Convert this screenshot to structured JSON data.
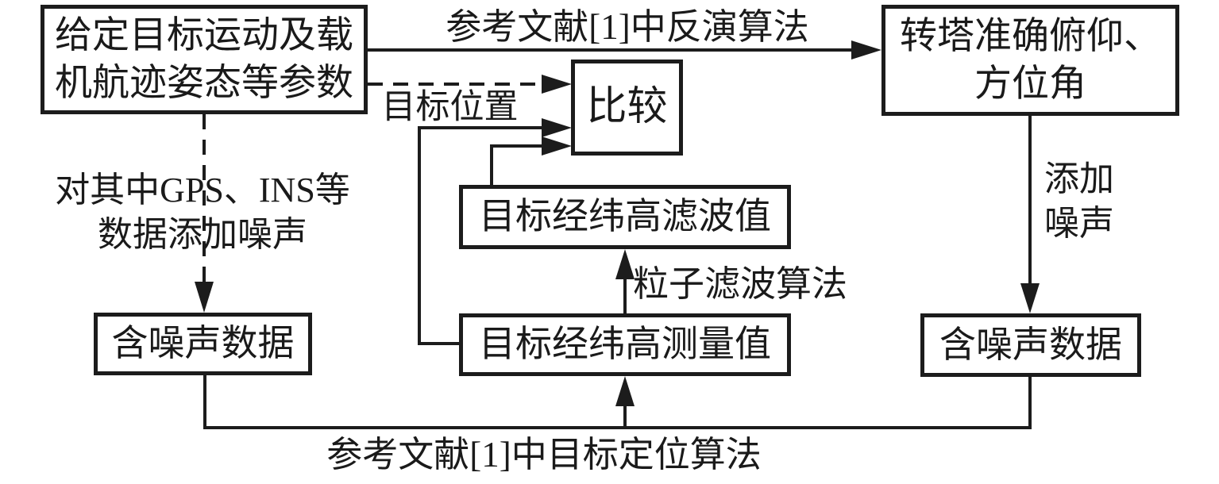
{
  "diagram_title": "target-localization-simulation-flowchart",
  "colors": {
    "ink": "#1c1c1c",
    "background": "#ffffff"
  },
  "nodes": {
    "params": {
      "line1": "给定目标运动及载",
      "line2": "机航迹姿态等参数"
    },
    "turret": {
      "line1": "转塔准确俯仰、",
      "line2": "方位角"
    },
    "compare": {
      "label": "比较"
    },
    "filtered": {
      "label": "目标经纬高滤波值"
    },
    "measured": {
      "label": "目标经纬高测量值"
    },
    "noisy_left": {
      "label": "含噪声数据"
    },
    "noisy_right": {
      "label": "含噪声数据"
    }
  },
  "edge_labels": {
    "inverse_algorithm": "参考文献[1]中反演算法",
    "target_position": "目标位置",
    "gps_noise_line1": "对其中GPS、INS等",
    "gps_noise_line2": "数据添加噪声",
    "add_noise_line1": "添加",
    "add_noise_line2": "噪声",
    "particle_filter": "粒子滤波算法",
    "localization_algorithm": "参考文献[1]中目标定位算法"
  }
}
